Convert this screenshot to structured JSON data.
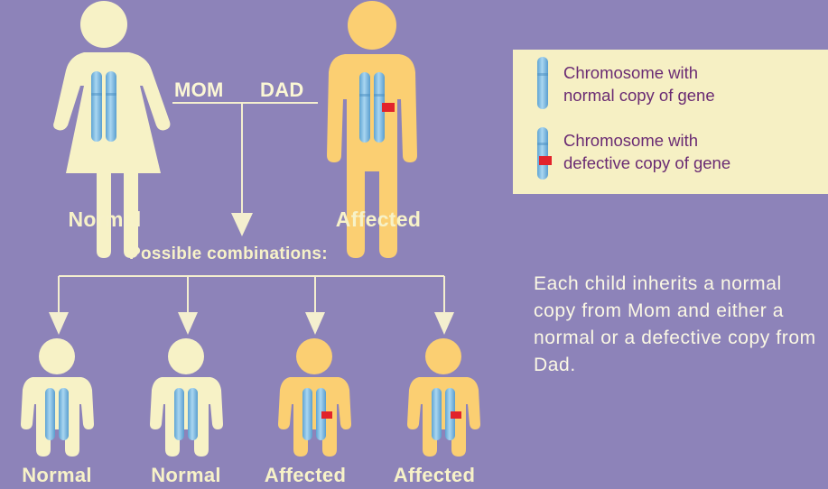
{
  "parents": {
    "mom_status": "Normal",
    "dad_status": "Affected",
    "mom_label": "MOM",
    "dad_label": "DAD"
  },
  "combinations_label": "Possible combinations:",
  "children": [
    {
      "status": "Normal"
    },
    {
      "status": "Normal"
    },
    {
      "status": "Affected"
    },
    {
      "status": "Affected"
    }
  ],
  "legend": {
    "normal_line1": "Chromosome with",
    "normal_line2": "normal copy of gene",
    "defective_line1": "Chromosome with",
    "defective_line2": "defective copy of gene"
  },
  "note": "Each child inherits a normal copy from Mom and either a normal or a defective copy from Dad.",
  "colors": {
    "background": "#8d83b9",
    "normal_figure": "#f7f2c6",
    "affected_figure": "#fbcf72",
    "chromosome": "#7ab8df",
    "defect": "#e2232b",
    "legend_box": "#f6f0c4",
    "legend_text": "#6a2b73"
  }
}
